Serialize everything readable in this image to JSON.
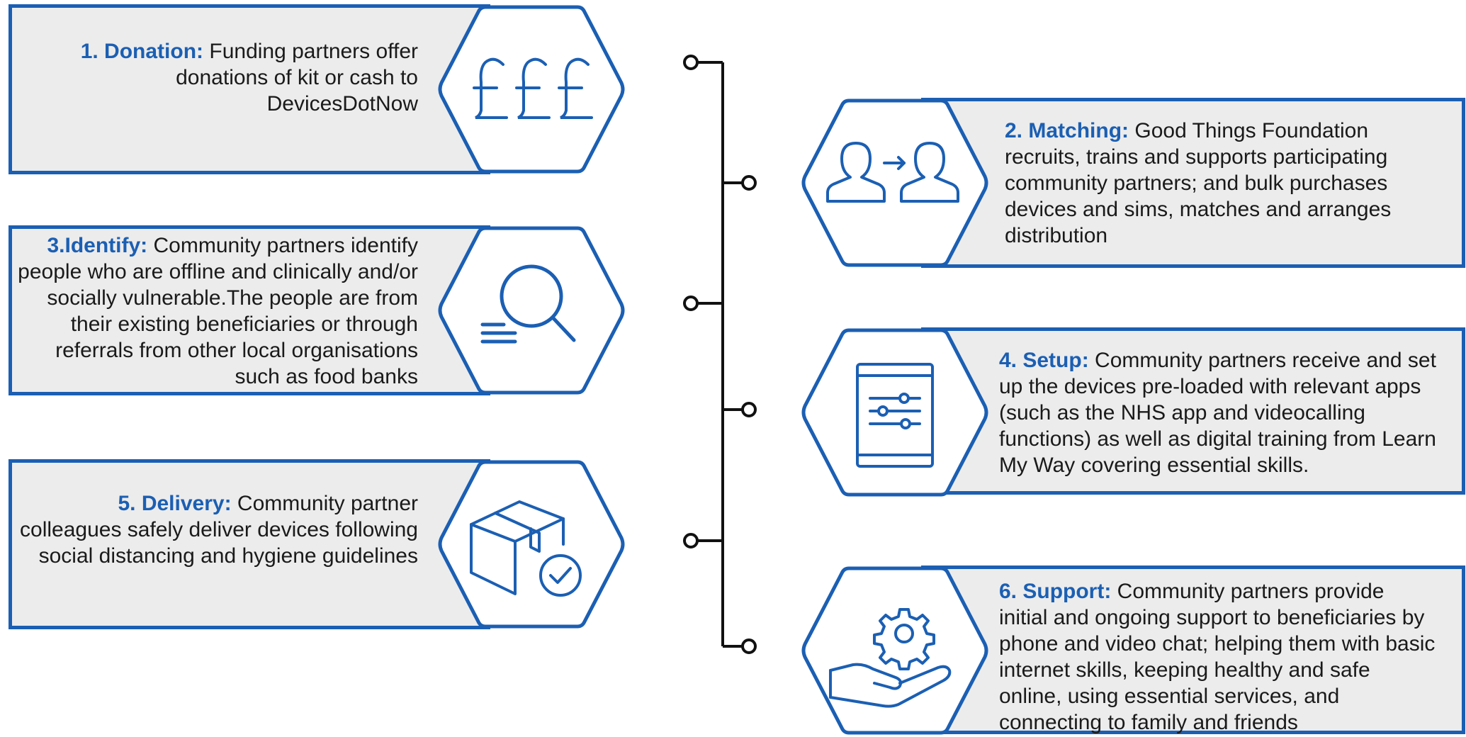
{
  "colors": {
    "accent": "#1b5fb3",
    "card_fill": "#ececec",
    "connector": "#111111"
  },
  "steps": [
    {
      "id": 1,
      "label": "1. Donation:",
      "text": "Funding partners offer donations of kit or cash to DevicesDotNow",
      "icon": "pound-signs-icon"
    },
    {
      "id": 2,
      "label": "2. Matching:",
      "text": "Good Things Foundation recruits, trains and supports participating community partners; and bulk purchases devices and sims, matches and arranges distribution",
      "icon": "people-transfer-icon"
    },
    {
      "id": 3,
      "label": "3.Identify:",
      "text": "Community partners identify people who are offline and clinically and/or socially vulnerable.The people are from their existing beneficiaries or through referrals from other local organisations such as food banks",
      "icon": "magnifier-icon"
    },
    {
      "id": 4,
      "label": "4. Setup:",
      "text": "Community partners receive and set up the devices pre-loaded with relevant apps (such as the NHS app and videocalling functions) as well as digital training from Learn My Way covering essential skills.",
      "icon": "tablet-settings-icon"
    },
    {
      "id": 5,
      "label": "5. Delivery:",
      "text": "Community partner colleagues safely deliver devices following social distancing and hygiene guidelines",
      "icon": "package-check-icon"
    },
    {
      "id": 6,
      "label": "6. Support:",
      "text": "Community partners provide initial and ongoing support to beneficiaries by phone and video chat; helping them with basic internet skills, keeping healthy and safe online, using essential services, and connecting to family and friends",
      "icon": "hand-gear-icon"
    }
  ]
}
